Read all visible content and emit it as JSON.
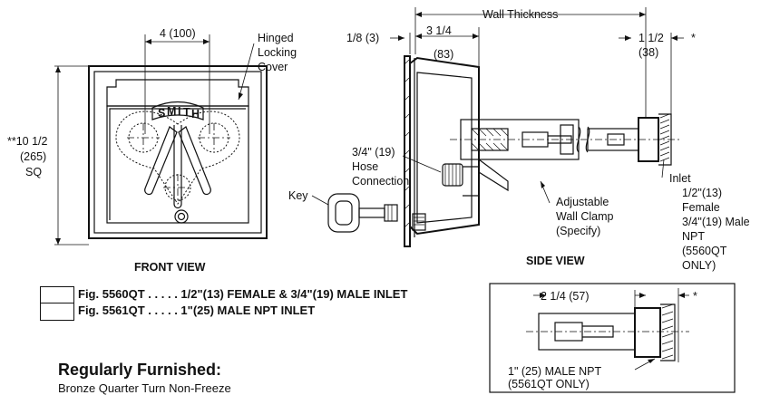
{
  "front_view": {
    "dim_width": "4 (100)",
    "dim_height_line1": "**10 1/2",
    "dim_height_line2": "(265)",
    "dim_height_line3": "SQ",
    "cover_label_line1": "Hinged",
    "cover_label_line2": "Locking",
    "cover_label_line3": "Cover",
    "logo_letters": [
      "S",
      "M",
      "I",
      "T",
      "H"
    ],
    "caption": "FRONT VIEW"
  },
  "side_view": {
    "wall_thickness": "Wall Thickness",
    "dim_flange": "1/8 (3)",
    "dim_depth_line1": "3 1/4",
    "dim_depth_line2": "(83)",
    "dim_inlet_line1": "1 1/2",
    "dim_inlet_line2": "(38)",
    "star": "*",
    "hose_line1": "3/4\" (19)",
    "hose_line2": "Hose",
    "hose_line3": "Connection",
    "key_label": "Key",
    "clamp_line1": "Adjustable",
    "clamp_line2": "Wall Clamp",
    "clamp_line3": "(Specify)",
    "inlet_lines": [
      "Inlet",
      "1/2\"(13)",
      "Female",
      "3/4\"(19) Male",
      "NPT",
      "(5560QT",
      "ONLY)"
    ],
    "caption": "SIDE VIEW"
  },
  "detail": {
    "dim_line": "2 1/4 (57)",
    "star": "*",
    "npt_line1": "1\" (25) MALE NPT",
    "npt_line2": "(5561QT ONLY)"
  },
  "figures": [
    {
      "label": "Fig. 5560QT . . . . . 1/2\"(13) FEMALE & 3/4\"(19) MALE INLET"
    },
    {
      "label": "Fig. 5561QT . . . . . 1\"(25) MALE NPT INLET"
    }
  ],
  "furnished": {
    "heading": "Regularly Furnished:",
    "text": "Bronze Quarter Turn Non-Freeze"
  }
}
